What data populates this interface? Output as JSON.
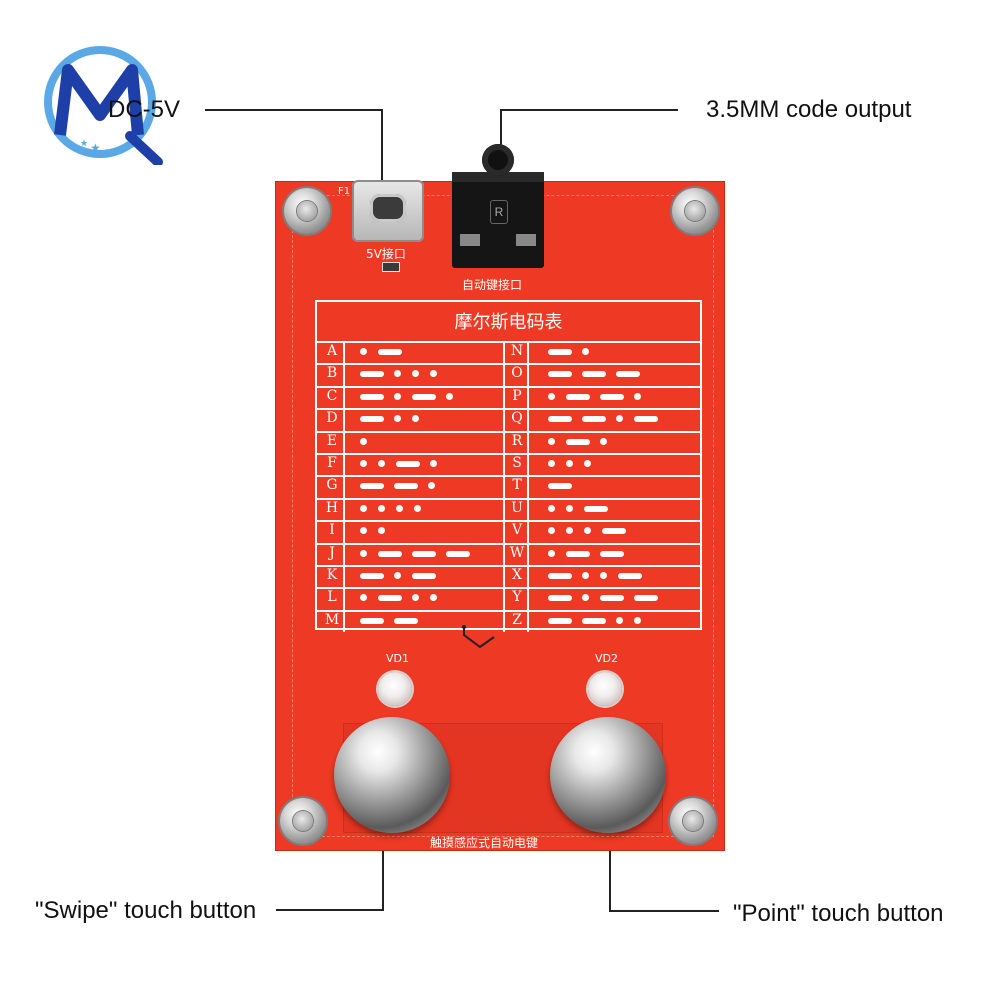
{
  "callouts": {
    "dc": "DC-5V",
    "jack": "3.5MM code output",
    "swipe": "\"Swipe\" touch button",
    "point": "\"Point\" touch button"
  },
  "board": {
    "port_label": "5V接口",
    "auto_key_label": "自动键接口",
    "table_title": "摩尔斯电码表",
    "vd1": "VD1",
    "vd2": "VD2",
    "bottom_label": "触摸感应式自动电键",
    "jack_mark": "R",
    "f1": "F1"
  },
  "morse_left": [
    {
      "letter": "A",
      "code": ".-"
    },
    {
      "letter": "B",
      "code": "-..."
    },
    {
      "letter": "C",
      "code": "-.-."
    },
    {
      "letter": "D",
      "code": "-.."
    },
    {
      "letter": "E",
      "code": "."
    },
    {
      "letter": "F",
      "code": "..-."
    },
    {
      "letter": "G",
      "code": "--."
    },
    {
      "letter": "H",
      "code": "...."
    },
    {
      "letter": "I",
      "code": ".."
    },
    {
      "letter": "J",
      "code": ".---"
    },
    {
      "letter": "K",
      "code": "-.-"
    },
    {
      "letter": "L",
      "code": ".-.."
    },
    {
      "letter": "M",
      "code": "--"
    }
  ],
  "morse_right": [
    {
      "letter": "N",
      "code": "-."
    },
    {
      "letter": "O",
      "code": "---"
    },
    {
      "letter": "P",
      "code": ".--."
    },
    {
      "letter": "Q",
      "code": "--.-"
    },
    {
      "letter": "R",
      "code": ".-."
    },
    {
      "letter": "S",
      "code": "..."
    },
    {
      "letter": "T",
      "code": "-"
    },
    {
      "letter": "U",
      "code": "..-"
    },
    {
      "letter": "V",
      "code": "...-"
    },
    {
      "letter": "W",
      "code": ".--"
    },
    {
      "letter": "X",
      "code": "-..-"
    },
    {
      "letter": "Y",
      "code": "-.--"
    },
    {
      "letter": "Z",
      "code": "--.."
    }
  ],
  "colors": {
    "board": "#ee3a24",
    "logo_blue": "#1f3fa8",
    "logo_light": "#5aa9e6"
  }
}
